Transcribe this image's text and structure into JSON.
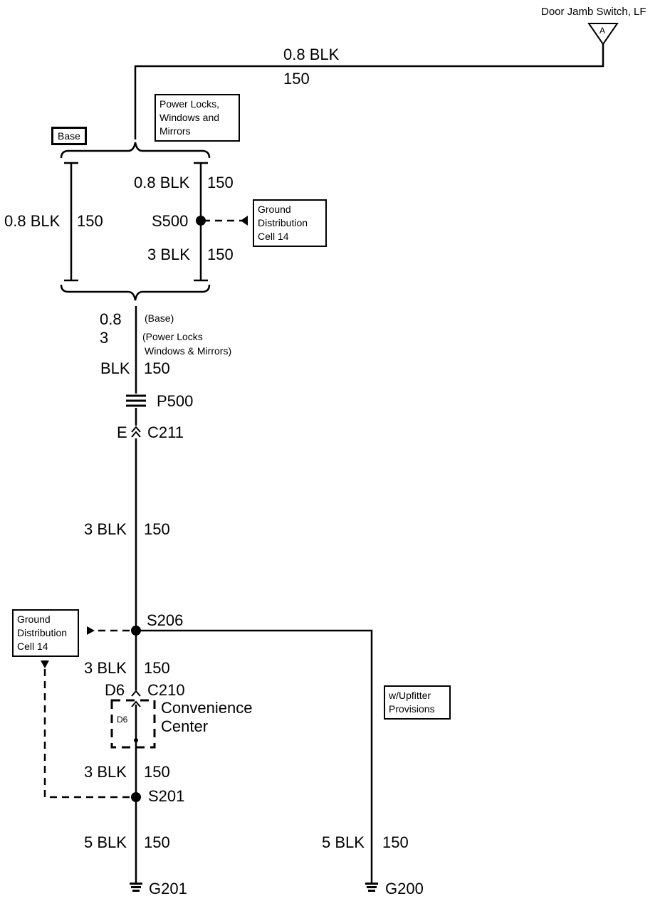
{
  "components": {
    "door_jamb_switch": "Door Jamb Switch, LF",
    "door_jamb_connector": "A",
    "convenience_center": [
      "Convenience",
      "Center"
    ],
    "convenience_center_terminal": "D6"
  },
  "option_labels": {
    "base": "Base",
    "power_locks": [
      "Power Locks,",
      "Windows and",
      "Mirrors"
    ],
    "upfitter": [
      "w/Upfitter",
      "Provisions"
    ],
    "base_paren": "(Base)",
    "power_locks_paren": [
      "(Power Locks",
      "Windows & Mirrors)"
    ]
  },
  "ground_refs": {
    "s500_ref": [
      "Ground",
      "Distribution",
      "Cell 14"
    ],
    "s206_ref": [
      "Ground",
      "Distribution",
      "Cell 14"
    ]
  },
  "wires": {
    "top_size": "0.8 BLK",
    "top_circuit": "150",
    "left_size": "0.8 BLK",
    "left_circuit": "150",
    "s500_upper_size": "0.8 BLK",
    "s500_upper_circuit": "150",
    "s500_lower_size": "3 BLK",
    "s500_lower_circuit": "150",
    "combined_size_a": "0.8",
    "combined_size_b": "3",
    "combined_color": "BLK",
    "combined_circuit": "150",
    "c211_s206_size": "3 BLK",
    "c211_s206_circuit": "150",
    "s206_c210_size": "3 BLK",
    "s206_c210_circuit": "150",
    "cc_s201_size": "3 BLK",
    "cc_s201_circuit": "150",
    "s201_g201_size": "5 BLK",
    "s201_g201_circuit": "150",
    "g200_size": "5 BLK",
    "g200_circuit": "150"
  },
  "splices": {
    "s500": "S500",
    "s206": "S206",
    "s201": "S201"
  },
  "connectors": {
    "p500": "P500",
    "c211_pin": "E",
    "c211": "C211",
    "c210_pin": "D6",
    "c210": "C210"
  },
  "grounds": {
    "g201": "G201",
    "g200": "G200"
  }
}
